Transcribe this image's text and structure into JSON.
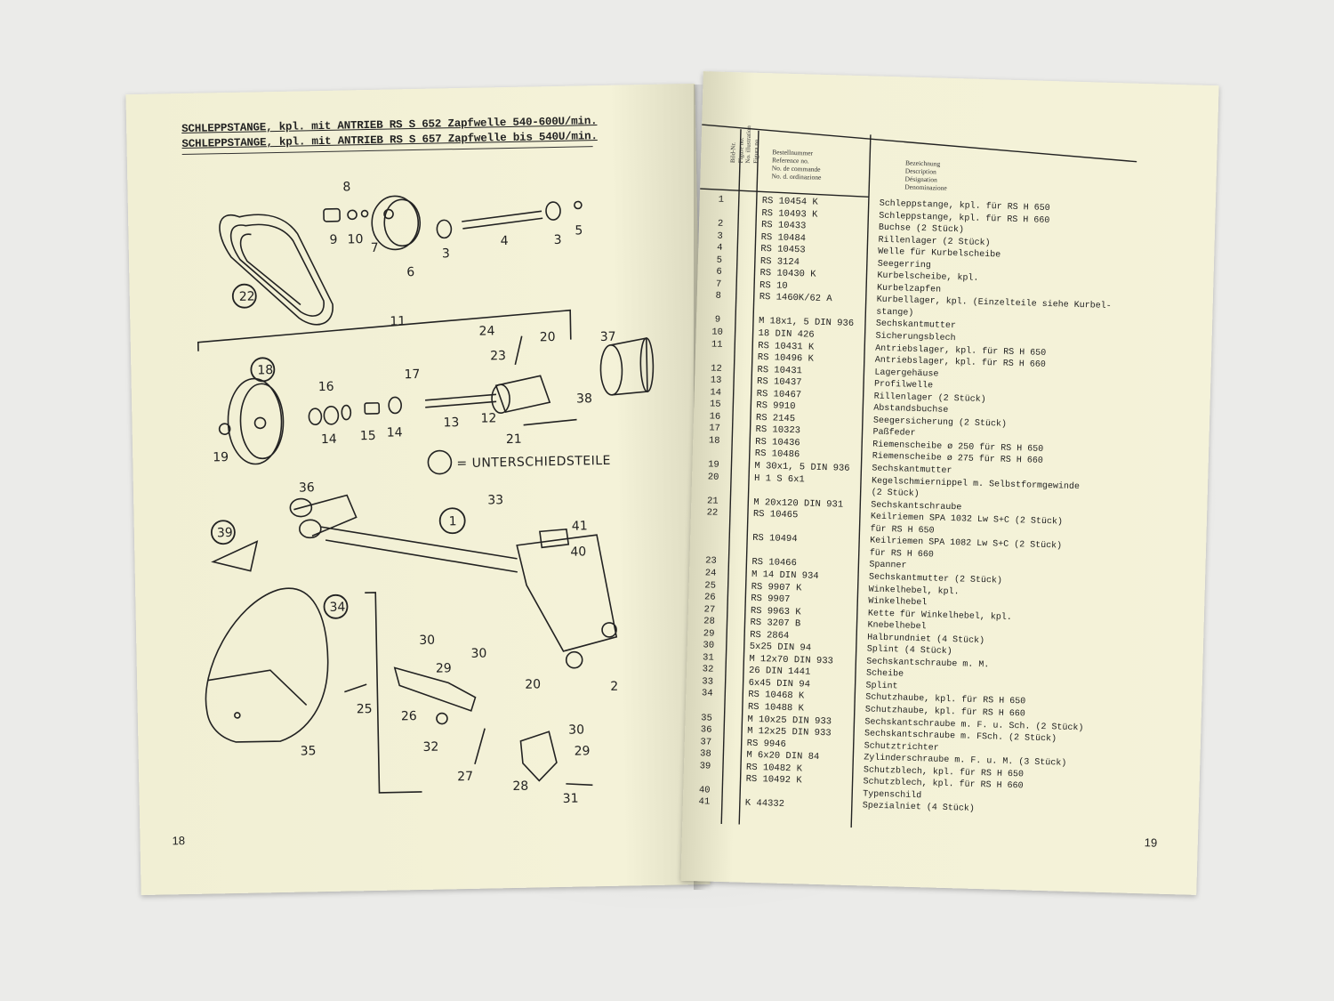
{
  "left_page": {
    "heading_1": "SCHLEPPSTANGE, kpl. mit ANTRIEB RS S 652 Zapfwelle 540-600U/min.",
    "heading_2": "SCHLEPPSTANGE, kpl. mit ANTRIEB RS S 657 Zapfwelle bis 540U/min.",
    "legend": "= UNTERSCHIEDSTEILE",
    "page_number": "18",
    "callouts": {
      "c1": "1",
      "c2": "2",
      "c3a": "3",
      "c3b": "3",
      "c4": "4",
      "c5": "5",
      "c6": "6",
      "c7": "7",
      "c8": "8",
      "c9": "9",
      "c10": "10",
      "c11": "11",
      "c12": "12",
      "c13": "13",
      "c14a": "14",
      "c14b": "14",
      "c15": "15",
      "c16": "16",
      "c17": "17",
      "c18": "18",
      "c19": "19",
      "c20a": "20",
      "c20b": "20",
      "c21": "21",
      "c22": "22",
      "c23": "23",
      "c24": "24",
      "c25": "25",
      "c26": "26",
      "c27": "27",
      "c28": "28",
      "c29a": "29",
      "c29b": "29",
      "c30a": "30",
      "c30b": "30",
      "c30c": "30",
      "c31": "31",
      "c32": "32",
      "c33": "33",
      "c34": "34",
      "c35": "35",
      "c36": "36",
      "c37": "37",
      "c38": "38",
      "c39": "39",
      "c40": "40",
      "c41": "41"
    }
  },
  "right_page": {
    "page_number": "19",
    "header": {
      "figure_col": [
        "Bild-Nr.",
        "Figure no.",
        "No. illustration",
        "Figura no."
      ],
      "reference_col": [
        "Bestellnummer",
        "Reference no.",
        "No. de commande",
        "No. d. ordinazione"
      ],
      "description_col": [
        "Bezeichnung",
        "Description",
        "Désignation",
        "Denominazione"
      ]
    },
    "rows": [
      {
        "fig": "1",
        "ref": "RS 10454 K",
        "desc": "Schleppstange, kpl. für RS H 650"
      },
      {
        "fig": "",
        "ref": "RS 10493 K",
        "desc": "Schleppstange, kpl. für RS H 660"
      },
      {
        "fig": "2",
        "ref": "RS 10433",
        "desc": "Buchse (2 Stück)"
      },
      {
        "fig": "3",
        "ref": "RS 10484",
        "desc": "Rillenlager (2 Stück)"
      },
      {
        "fig": "4",
        "ref": "RS 10453",
        "desc": "Welle für Kurbelscheibe"
      },
      {
        "fig": "5",
        "ref": "RS 3124",
        "desc": "Seegerring"
      },
      {
        "fig": "6",
        "ref": "RS 10430 K",
        "desc": "Kurbelscheibe, kpl."
      },
      {
        "fig": "7",
        "ref": "RS 10",
        "desc": "Kurbelzapfen"
      },
      {
        "fig": "8",
        "ref": "RS 1460K/62 A",
        "desc": "Kurbellager, kpl. (Einzelteile siehe Kurbel-"
      },
      {
        "fig": "",
        "ref": "",
        "desc": "stange)"
      },
      {
        "fig": "9",
        "ref": "M 18x1, 5 DIN 936",
        "desc": "Sechskantmutter"
      },
      {
        "fig": "10",
        "ref": "18 DIN 426",
        "desc": "Sicherungsblech"
      },
      {
        "fig": "11",
        "ref": "RS 10431 K",
        "desc": "Antriebslager, kpl. für RS H 650"
      },
      {
        "fig": "",
        "ref": "RS 10496 K",
        "desc": "Antriebslager, kpl. für RS H 660"
      },
      {
        "fig": "12",
        "ref": "RS 10431",
        "desc": "Lagergehäuse"
      },
      {
        "fig": "13",
        "ref": "RS 10437",
        "desc": "Profilwelle"
      },
      {
        "fig": "14",
        "ref": "RS 10467",
        "desc": "Rillenlager (2 Stück)"
      },
      {
        "fig": "15",
        "ref": "RS 9910",
        "desc": "Abstandsbuchse"
      },
      {
        "fig": "16",
        "ref": "RS 2145",
        "desc": "Seegersicherung (2 Stück)"
      },
      {
        "fig": "17",
        "ref": "RS 10323",
        "desc": "Paßfeder"
      },
      {
        "fig": "18",
        "ref": "RS 10436",
        "desc": "Riemenscheibe ø 250 für RS H 650"
      },
      {
        "fig": "",
        "ref": "RS 10486",
        "desc": "Riemenscheibe ø 275 für RS H 660"
      },
      {
        "fig": "19",
        "ref": "M 30x1, 5 DIN 936",
        "desc": "Sechskantmutter"
      },
      {
        "fig": "20",
        "ref": "H 1 S 6x1",
        "desc": "Kegelschmiernippel m. Selbstformgewinde"
      },
      {
        "fig": "",
        "ref": "",
        "desc": "(2 Stück)"
      },
      {
        "fig": "21",
        "ref": "M 20x120 DIN 931",
        "desc": "Sechskantschraube"
      },
      {
        "fig": "22",
        "ref": "RS 10465",
        "desc": "Keilriemen SPA 1032 Lw S+C (2 Stück)"
      },
      {
        "fig": "",
        "ref": "",
        "desc": "für RS H 650"
      },
      {
        "fig": "",
        "ref": "RS 10494",
        "desc": "Keilriemen SPA 1082 Lw S+C (2 Stück)"
      },
      {
        "fig": "",
        "ref": "",
        "desc": "für RS H 660"
      },
      {
        "fig": "23",
        "ref": "RS 10466",
        "desc": "Spanner"
      },
      {
        "fig": "24",
        "ref": "M 14 DIN 934",
        "desc": "Sechskantmutter (2 Stück)"
      },
      {
        "fig": "25",
        "ref": "RS 9907 K",
        "desc": "Winkelhebel, kpl."
      },
      {
        "fig": "26",
        "ref": "RS 9907",
        "desc": "Winkelhebel"
      },
      {
        "fig": "27",
        "ref": "RS 9963 K",
        "desc": "Kette für Winkelhebel, kpl."
      },
      {
        "fig": "28",
        "ref": "RS 3207 B",
        "desc": "Knebelhebel"
      },
      {
        "fig": "29",
        "ref": "RS 2864",
        "desc": "Halbrundniet (4 Stück)"
      },
      {
        "fig": "30",
        "ref": "5x25 DIN 94",
        "desc": "Splint (4 Stück)"
      },
      {
        "fig": "31",
        "ref": "M 12x70 DIN 933",
        "desc": "Sechskantschraube m. M."
      },
      {
        "fig": "32",
        "ref": "26 DIN 1441",
        "desc": "Scheibe"
      },
      {
        "fig": "33",
        "ref": "6x45 DIN 94",
        "desc": "Splint"
      },
      {
        "fig": "34",
        "ref": "RS 10468 K",
        "desc": "Schutzhaube, kpl. für RS H 650"
      },
      {
        "fig": "",
        "ref": "RS 10488 K",
        "desc": "Schutzhaube, kpl. für RS H 660"
      },
      {
        "fig": "35",
        "ref": "M 10x25 DIN 933",
        "desc": "Sechskantschraube m. F. u. Sch. (2 Stück)"
      },
      {
        "fig": "36",
        "ref": "M 12x25 DIN 933",
        "desc": "Sechskantschraube m. FSch. (2 Stück)"
      },
      {
        "fig": "37",
        "ref": "RS 9946",
        "desc": "Schutztrichter"
      },
      {
        "fig": "38",
        "ref": "M 6x20 DIN 84",
        "desc": "Zylinderschraube m. F. u. M. (3 Stück)"
      },
      {
        "fig": "39",
        "ref": "RS 10482 K",
        "desc": "Schutzblech, kpl. für RS H 650"
      },
      {
        "fig": "",
        "ref": "RS 10492 K",
        "desc": "Schutzblech, kpl. für RS H 660"
      },
      {
        "fig": "40",
        "ref": "",
        "desc": "Typenschild"
      },
      {
        "fig": "41",
        "ref": "K 44332",
        "desc": "Spezialniet (4 Stück)"
      }
    ]
  }
}
